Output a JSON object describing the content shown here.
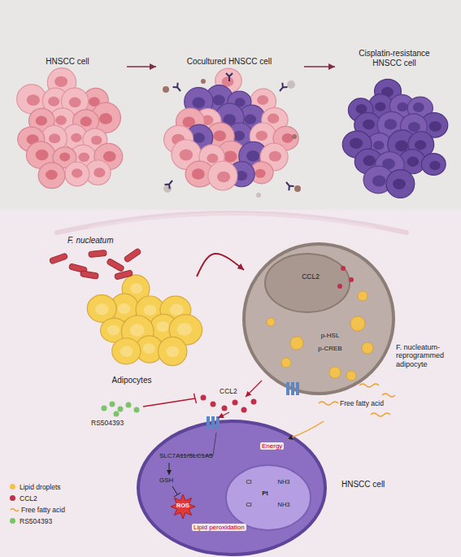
{
  "diagram": {
    "nodes": [
      {
        "text": [
          "HNSCC cell"
        ]
      },
      {
        "text": [
          "Cocultured HNSCC cell"
        ]
      },
      {
        "text": [
          "Cisplatin-resistance HNSCC cell"
        ]
      },
      {
        "text": [
          "F. nucleatum"
        ]
      },
      {
        "text": [
          "Adipocytes"
        ]
      },
      {
        "text": [
          "F. nucleatum-reprogrammed adipocyte",
          "CCL2",
          "p-HSL",
          "p-CREB"
        ]
      },
      {
        "text": [
          "HNSCC cell",
          "SLC7A11/SLC1A5",
          "GSH",
          "ROS",
          "Lipid peroxidation",
          "Energy",
          "Cl",
          "NH3",
          "Pt",
          "Cl",
          "NH3"
        ]
      }
    ],
    "edges": [
      {
        "from": 0,
        "to": 1,
        "arrow": "to"
      },
      {
        "from": 1,
        "to": 2,
        "arrow": "to"
      },
      {
        "from": 4,
        "to": 5,
        "arrow": "to"
      }
    ],
    "labels": [
      "CCL2",
      "Free fatty acid",
      "RS504393"
    ],
    "legend": [
      {
        "text": "Lipid droplets",
        "color": "#f2c14e"
      },
      {
        "text": "CCL2",
        "color": "#c0304a"
      },
      {
        "text": "Free fatty acid"
      },
      {
        "text": "RS504393",
        "color": "#7cc46a"
      }
    ]
  }
}
